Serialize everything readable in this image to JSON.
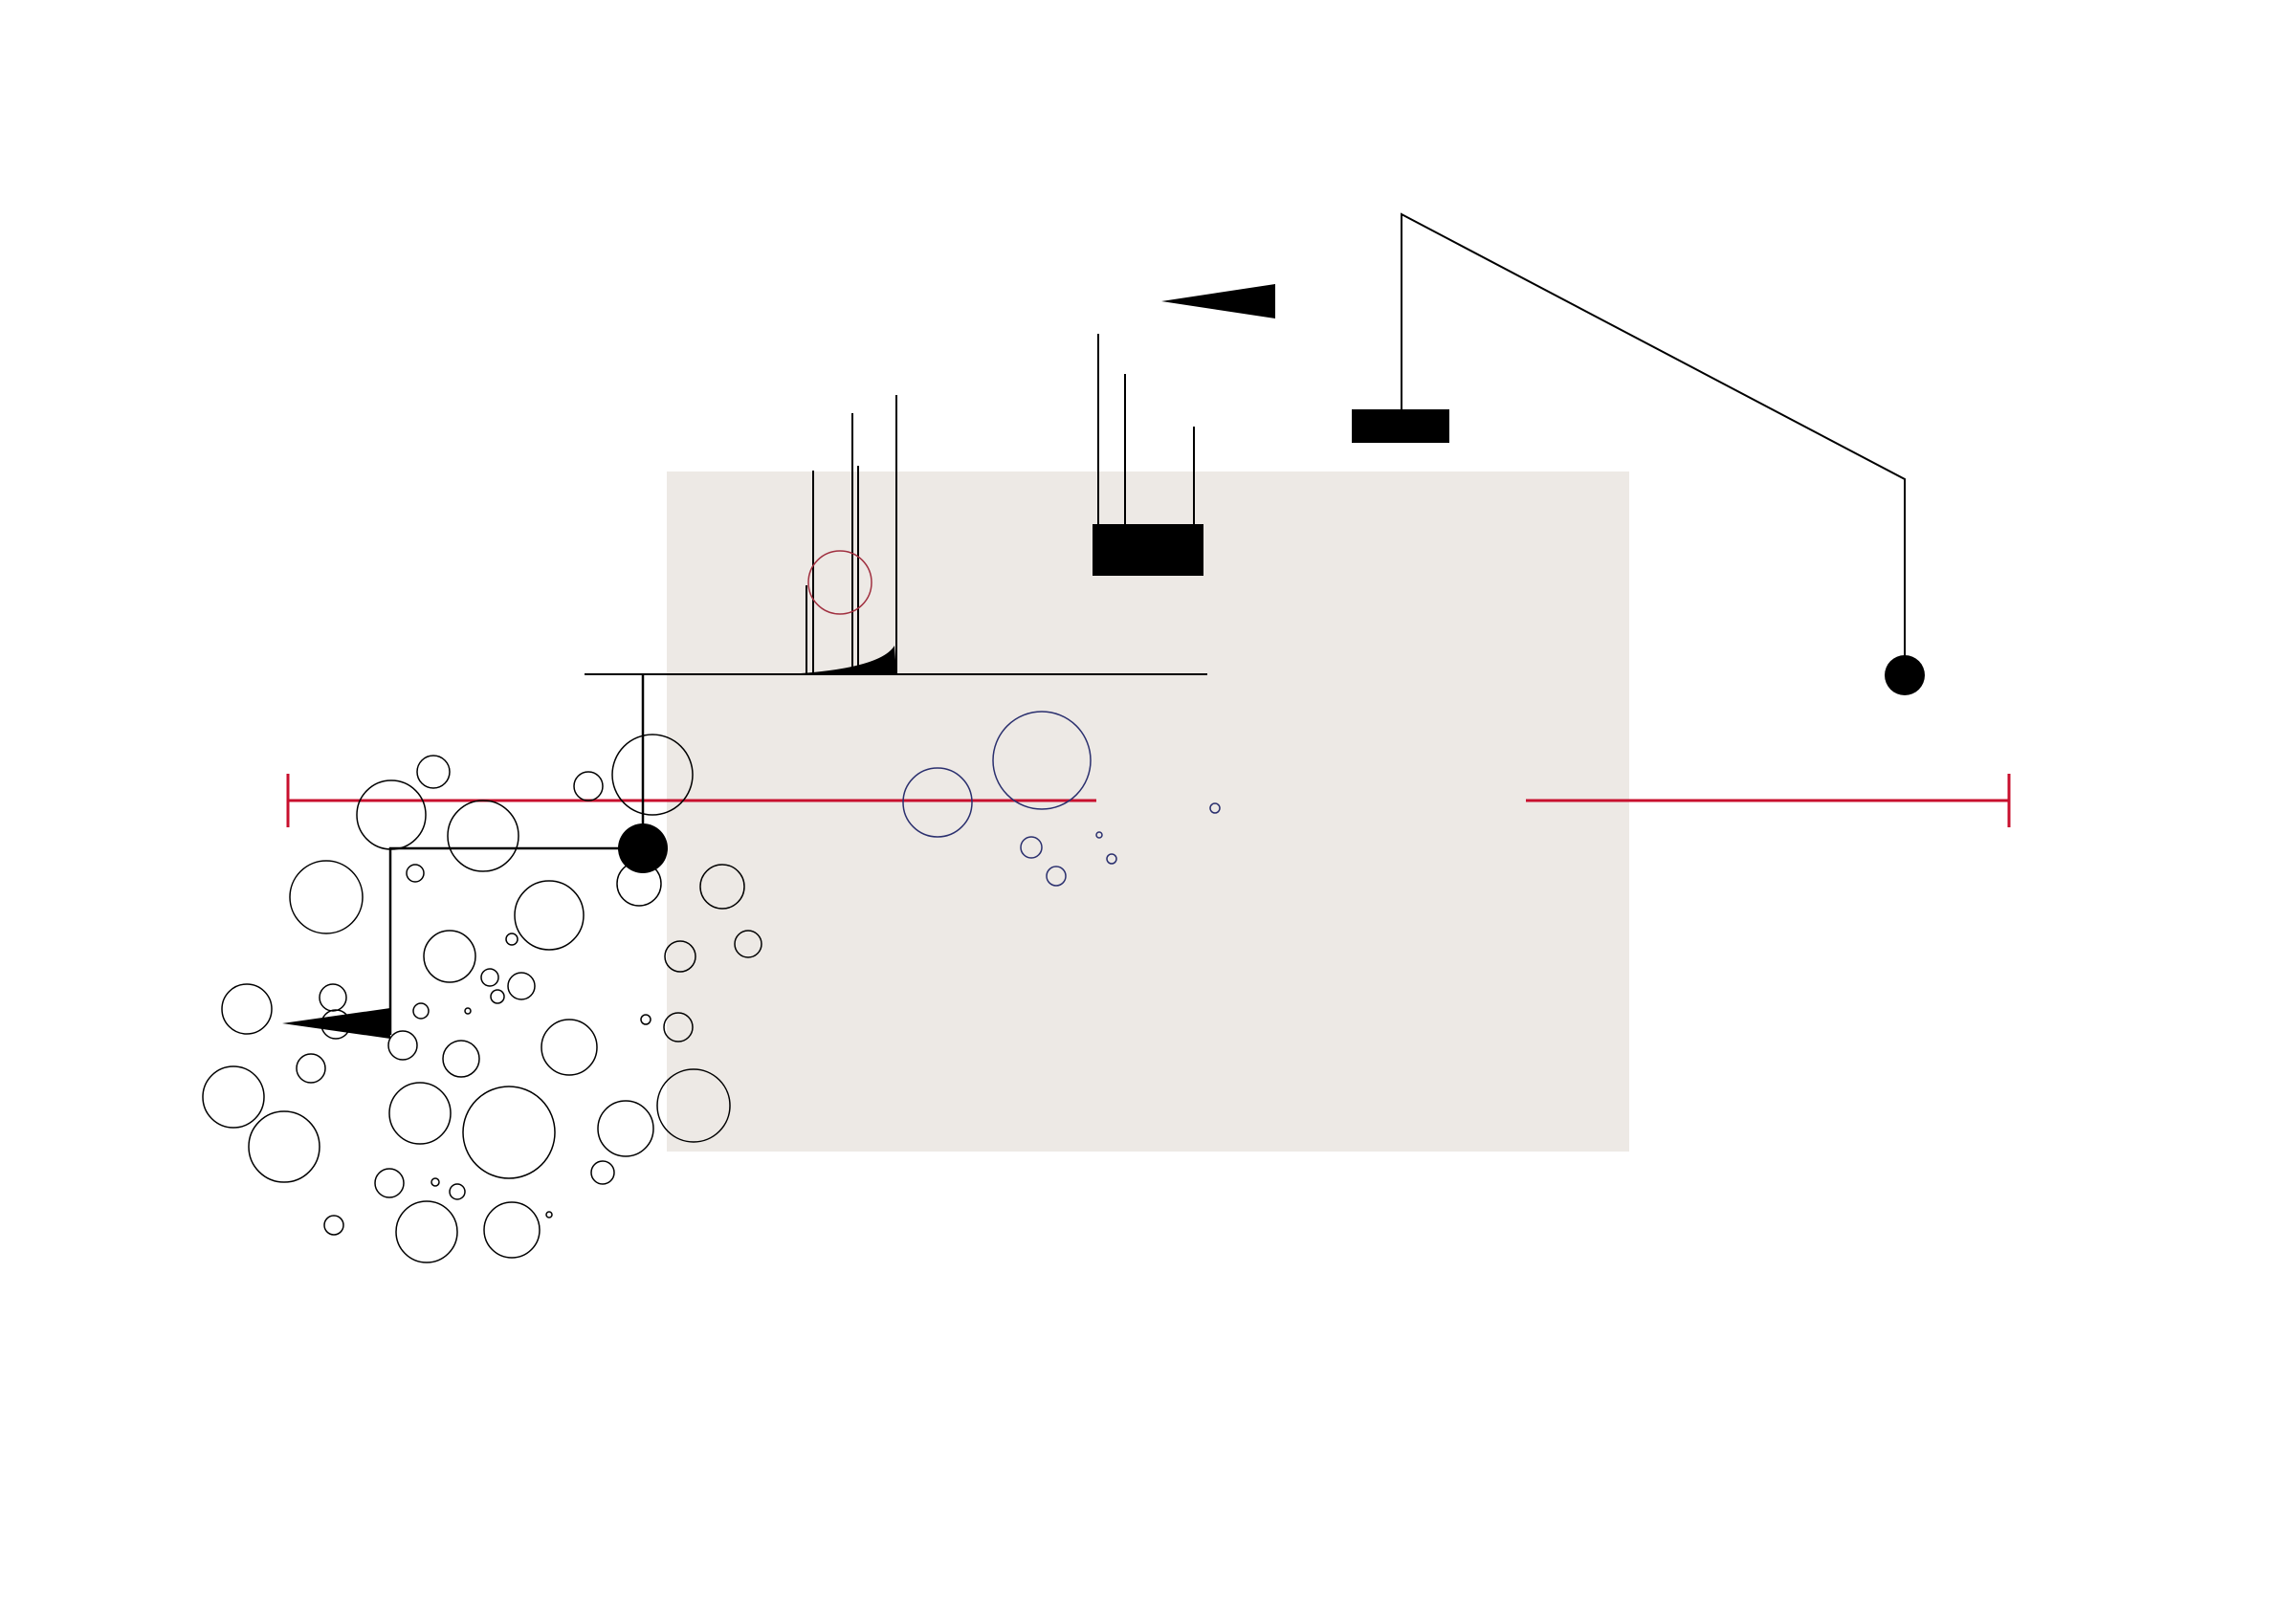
{
  "colors": {
    "background": "#ffffff",
    "panel": "#ede9e5",
    "ink": "#000000",
    "accent_red": "#c8102e",
    "accent_blue": "#2a2f6e",
    "accent_maroon": "#a03040"
  },
  "composition": {
    "circle_cluster_count": 52,
    "blue_bubble_count": 8,
    "vertical_rule_count": 8
  }
}
